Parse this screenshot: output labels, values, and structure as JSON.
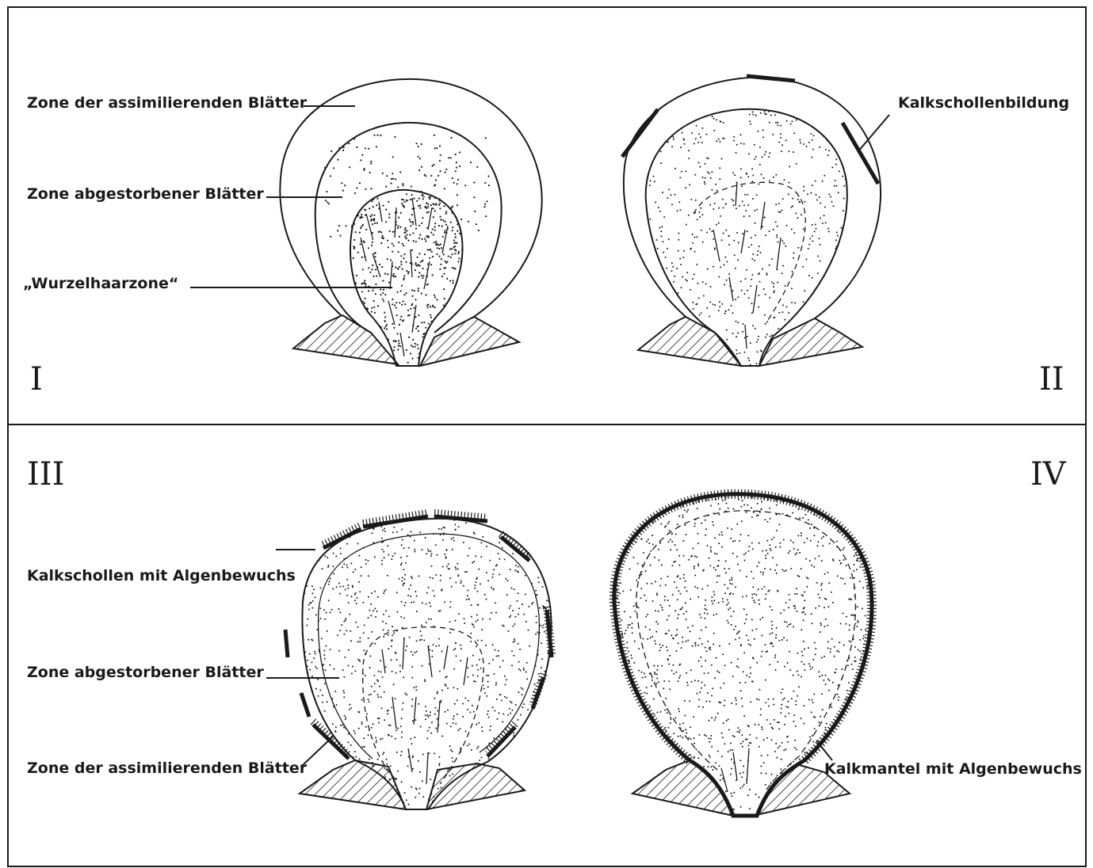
{
  "panels": {
    "I": {
      "numeral": "I",
      "label_assim": "Zone der assimilierenden Blätter",
      "label_dead": "Zone abgestorbener Blätter",
      "label_root": "„Wurzelhaarzone“"
    },
    "II": {
      "numeral": "II",
      "label_kalk": "Kalkschollenbildung"
    },
    "III": {
      "numeral": "III",
      "label_kalk_algen": "Kalkschollen mit Algenbewuchs",
      "label_dead": "Zone abgestorbener Blätter",
      "label_assim": "Zone der assimilierenden Blätter"
    },
    "IV": {
      "numeral": "IV",
      "label_mantel": "Kalkmantel mit Algenbewuchs"
    }
  }
}
